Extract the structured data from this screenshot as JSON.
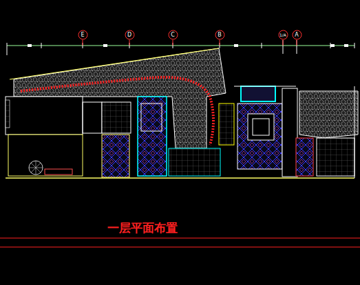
{
  "diagram": {
    "title": "一层平面布置",
    "nodes": [
      {
        "text": [
          "E"
        ]
      },
      {
        "text": [
          "D"
        ]
      },
      {
        "text": [
          "C"
        ]
      },
      {
        "text": [
          "B"
        ]
      },
      {
        "text": [
          "1/A"
        ]
      },
      {
        "text": [
          "A"
        ]
      }
    ]
  }
}
